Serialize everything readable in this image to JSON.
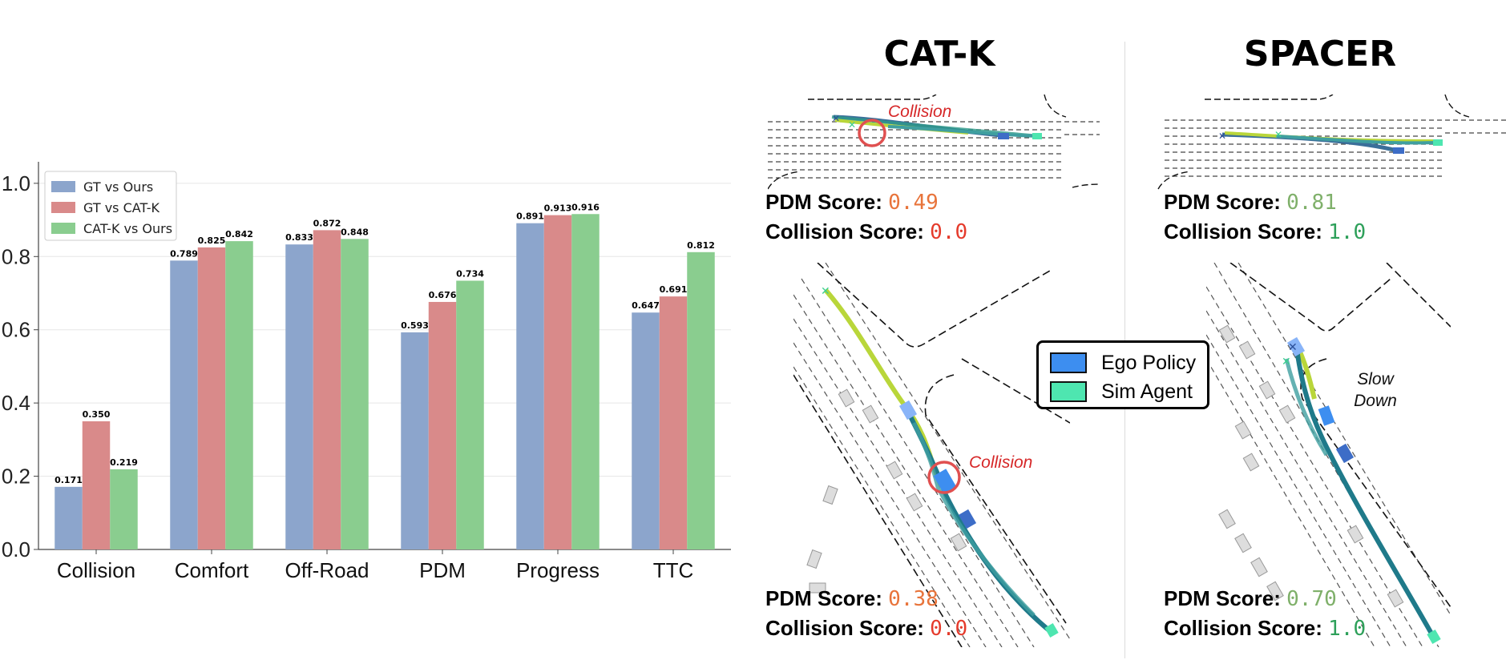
{
  "chart_data": {
    "type": "bar",
    "categories": [
      "Collision",
      "Comfort",
      "Off-Road",
      "PDM",
      "Progress",
      "TTC"
    ],
    "series": [
      {
        "name": "GT vs Ours",
        "values": [
          0.171,
          0.789,
          0.833,
          0.593,
          0.891,
          0.647
        ],
        "color": "#8ca5cc"
      },
      {
        "name": "GT vs CAT-K",
        "values": [
          0.35,
          0.825,
          0.872,
          0.676,
          0.913,
          0.691
        ],
        "color": "#d98a8a"
      },
      {
        "name": "CAT-K vs Ours",
        "values": [
          0.219,
          0.842,
          0.848,
          0.734,
          0.916,
          0.812
        ],
        "color": "#8acd8f"
      }
    ],
    "ylim": [
      0,
      1.05
    ],
    "yticks": [
      "0.0",
      "0.2",
      "0.4",
      "0.6",
      "0.8",
      "1.0"
    ],
    "grid": true,
    "legend": "top-left",
    "data_labels": true
  },
  "panels": {
    "catk": {
      "title": "CAT-K",
      "top": {
        "pdm_label": "PDM Score:",
        "pdm_value": "0.49",
        "col_label": "Collision Score:",
        "col_value": "0.0",
        "annotation": "Collision"
      },
      "bottom": {
        "pdm_label": "PDM Score:",
        "pdm_value": "0.38",
        "col_label": "Collision Score:",
        "col_value": "0.0",
        "annotation": "Collision"
      }
    },
    "spacer": {
      "title": "SPACER",
      "top": {
        "pdm_label": "PDM Score:",
        "pdm_value": "0.81",
        "col_label": "Collision Score:",
        "col_value": "1.0"
      },
      "bottom": {
        "pdm_label": "PDM Score:",
        "pdm_value": "0.70",
        "col_label": "Collision Score:",
        "col_value": "1.0",
        "annotation_line1": "Slow",
        "annotation_line2": "Down"
      }
    }
  },
  "scene_legend": {
    "ego": {
      "label": "Ego Policy",
      "color": "#3d8ef0"
    },
    "sim": {
      "label": "Sim Agent",
      "color": "#4ee6b0"
    }
  },
  "colors": {
    "bad_score": "#e8743b",
    "zero_score": "#e53b2c",
    "good_score": "#7fb06a",
    "one_score": "#2ea05a",
    "collision": "#d62728"
  }
}
